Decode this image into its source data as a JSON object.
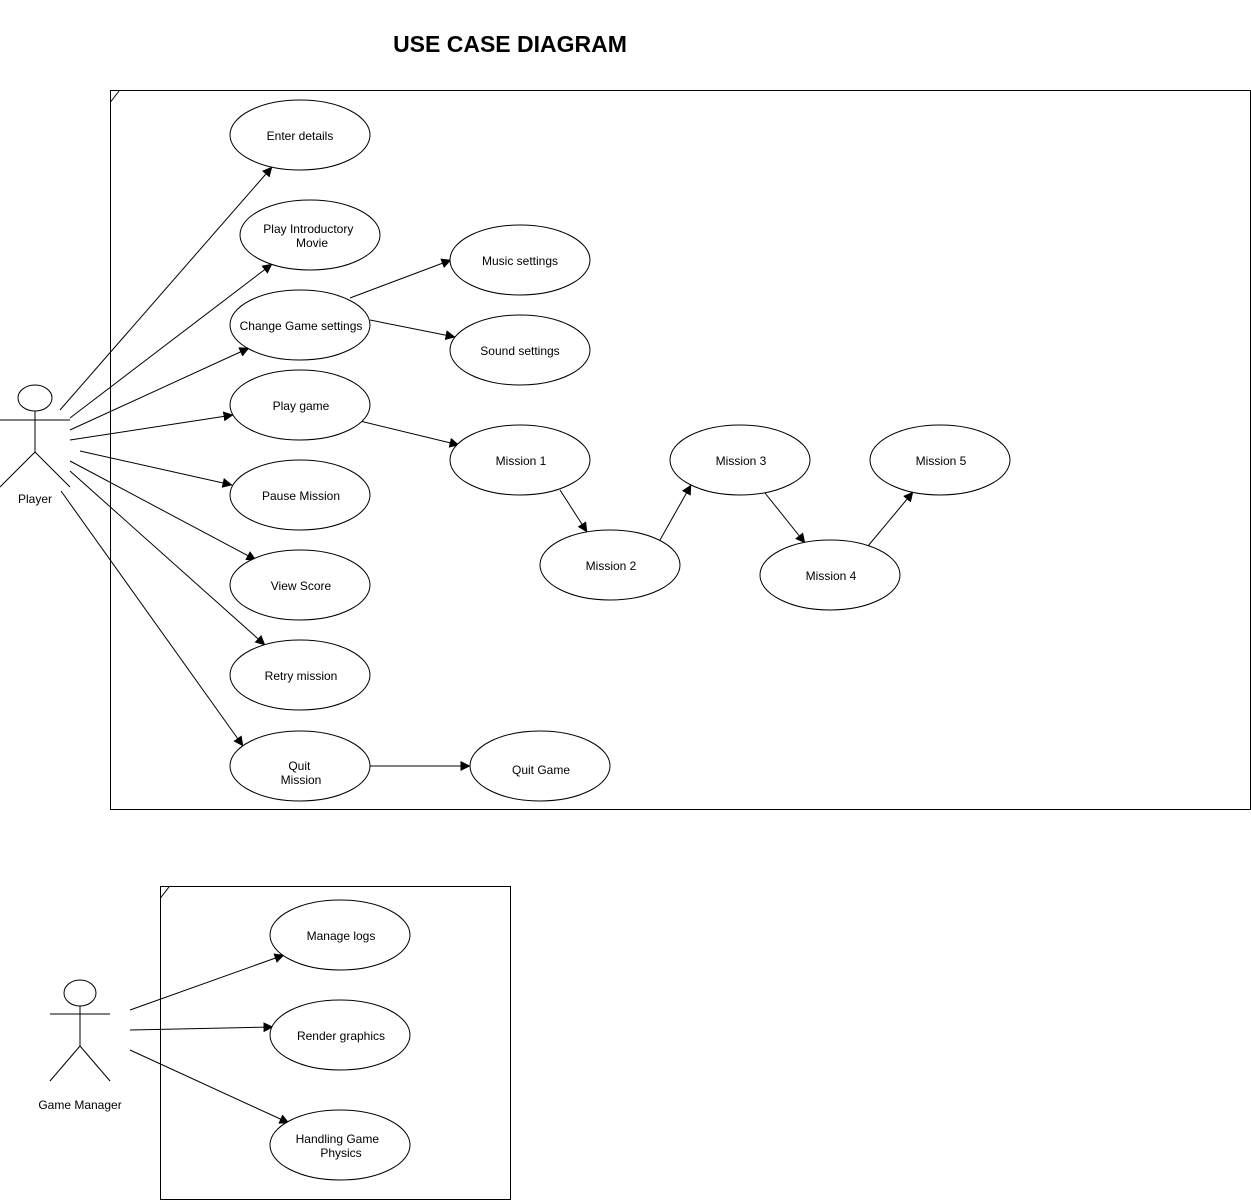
{
  "title": "USE CASE DIAGRAM",
  "actors": {
    "player": "Player",
    "manager": "Game Manager"
  },
  "use_cases": {
    "enter_details": [
      "Enter details"
    ],
    "play_intro": [
      "Play Introductory",
      "Movie"
    ],
    "change_settings": [
      "Change Game settings"
    ],
    "music_settings": [
      "Music settings"
    ],
    "sound_settings": [
      "Sound settings"
    ],
    "play_game": [
      "Play game"
    ],
    "pause_mission": [
      "Pause Mission"
    ],
    "view_score": [
      "View Score"
    ],
    "retry_mission": [
      "Retry mission"
    ],
    "quit_mission": [
      "Quit",
      "Mission"
    ],
    "quit_game": [
      "Quit Game"
    ],
    "mission1": [
      "Mission 1"
    ],
    "mission2": [
      "Mission 2"
    ],
    "mission3": [
      "Mission 3"
    ],
    "mission4": [
      "Mission 4"
    ],
    "mission5": [
      "Mission 5"
    ],
    "manage_logs": [
      "Manage logs"
    ],
    "render_graphics": [
      "Render graphics"
    ],
    "handling_physics": [
      "Handling Game",
      "Physics"
    ]
  }
}
